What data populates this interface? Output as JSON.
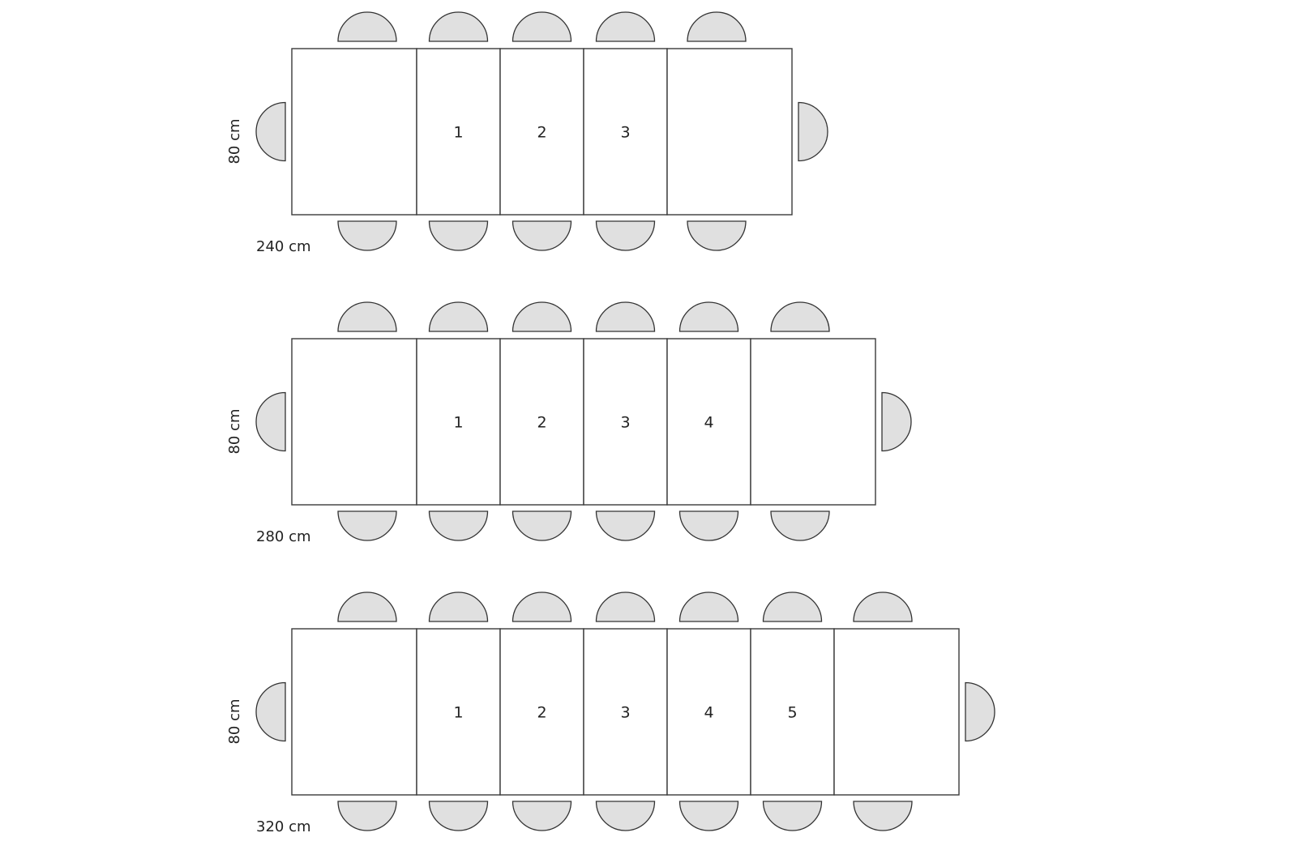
{
  "tables": [
    {
      "length_label": "240 cm",
      "width_label": "80 cm",
      "leaves": [
        "1",
        "2",
        "3"
      ]
    },
    {
      "length_label": "280 cm",
      "width_label": "80 cm",
      "leaves": [
        "1",
        "2",
        "3",
        "4"
      ]
    },
    {
      "length_label": "320 cm",
      "width_label": "80 cm",
      "leaves": [
        "1",
        "2",
        "3",
        "4",
        "5"
      ]
    }
  ],
  "colors": {
    "chair_fill": "#e0e0e0",
    "outline": "#333333"
  }
}
